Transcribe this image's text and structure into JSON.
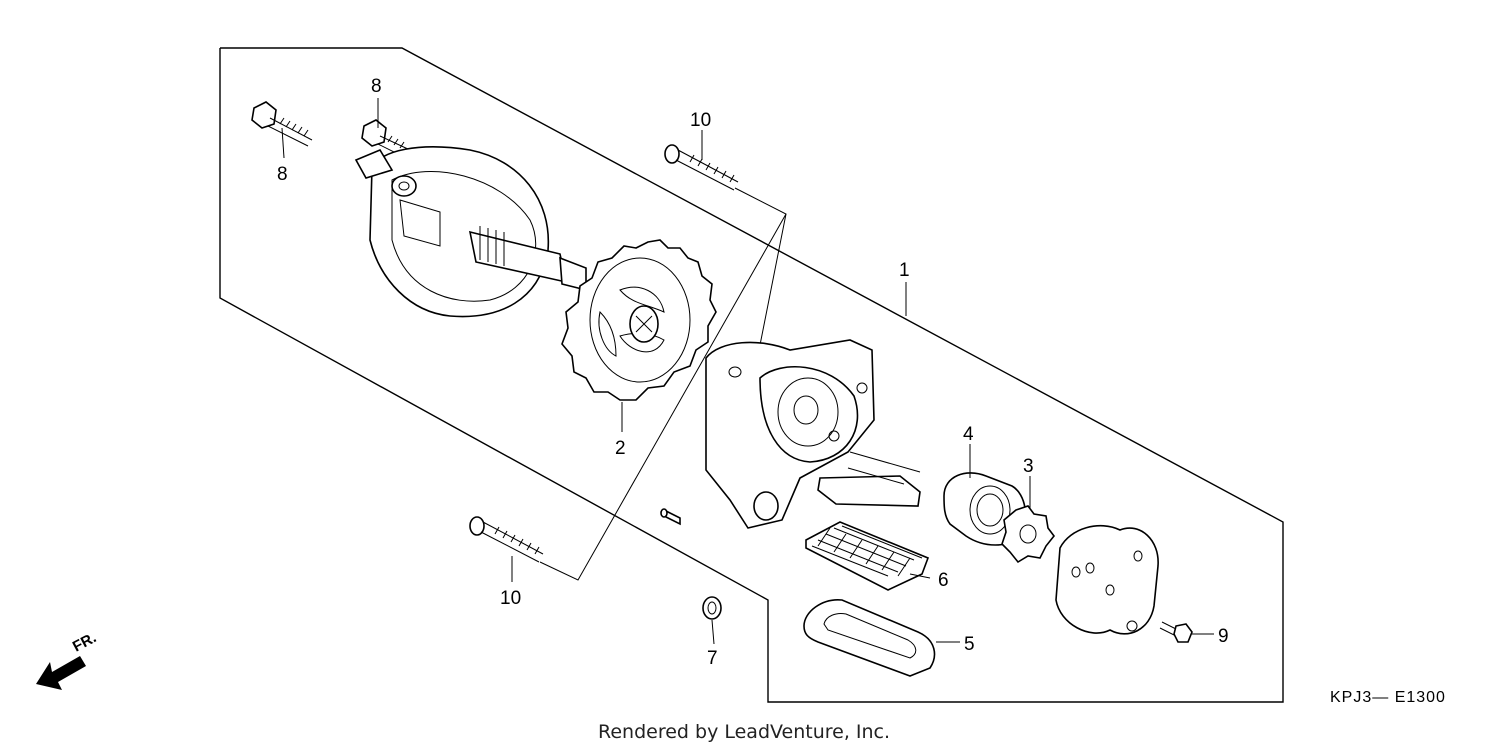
{
  "diagram": {
    "callouts": [
      {
        "id": "c1",
        "text": "1"
      },
      {
        "id": "c2",
        "text": "2"
      },
      {
        "id": "c3",
        "text": "3"
      },
      {
        "id": "c4",
        "text": "4"
      },
      {
        "id": "c5",
        "text": "5"
      },
      {
        "id": "c6",
        "text": "6"
      },
      {
        "id": "c7",
        "text": "7"
      },
      {
        "id": "c8a",
        "text": "8"
      },
      {
        "id": "c8b",
        "text": "8"
      },
      {
        "id": "c9",
        "text": "9"
      },
      {
        "id": "c10a",
        "text": "10"
      },
      {
        "id": "c10b",
        "text": "10"
      }
    ],
    "orientation_label": "FR.",
    "code": "KPJ3— E1300",
    "footer": "Rendered by LeadVenture, Inc."
  }
}
